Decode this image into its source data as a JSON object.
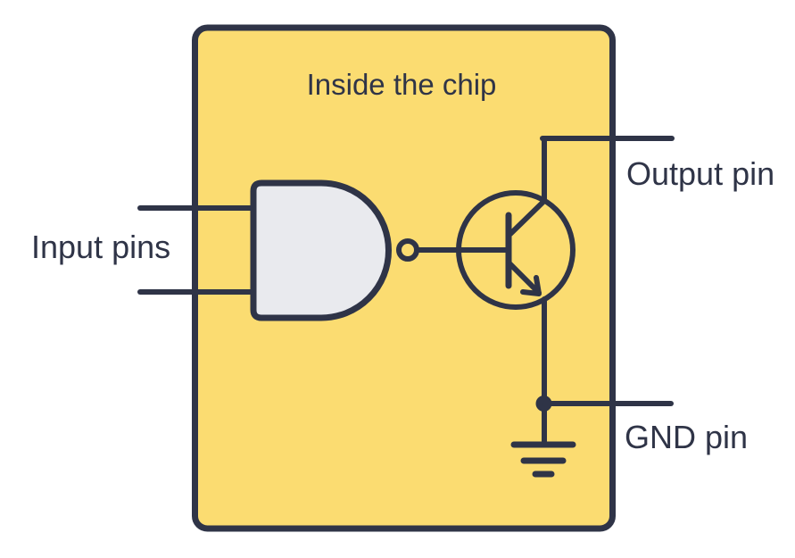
{
  "page": {
    "background_color": "#FFFFFF"
  },
  "diagram": {
    "title": "Inside the chip",
    "chip": {
      "fill_color": "#FBDC71",
      "stroke_color": "#2F3447"
    },
    "gate": {
      "type": "nand-gate",
      "fill_color": "#E9EAEE"
    },
    "transistor": {
      "type": "npn-transistor"
    },
    "labels": {
      "input_pins": "Input pins",
      "output_pin": "Output pin",
      "gnd_pin": "GND pin"
    }
  }
}
